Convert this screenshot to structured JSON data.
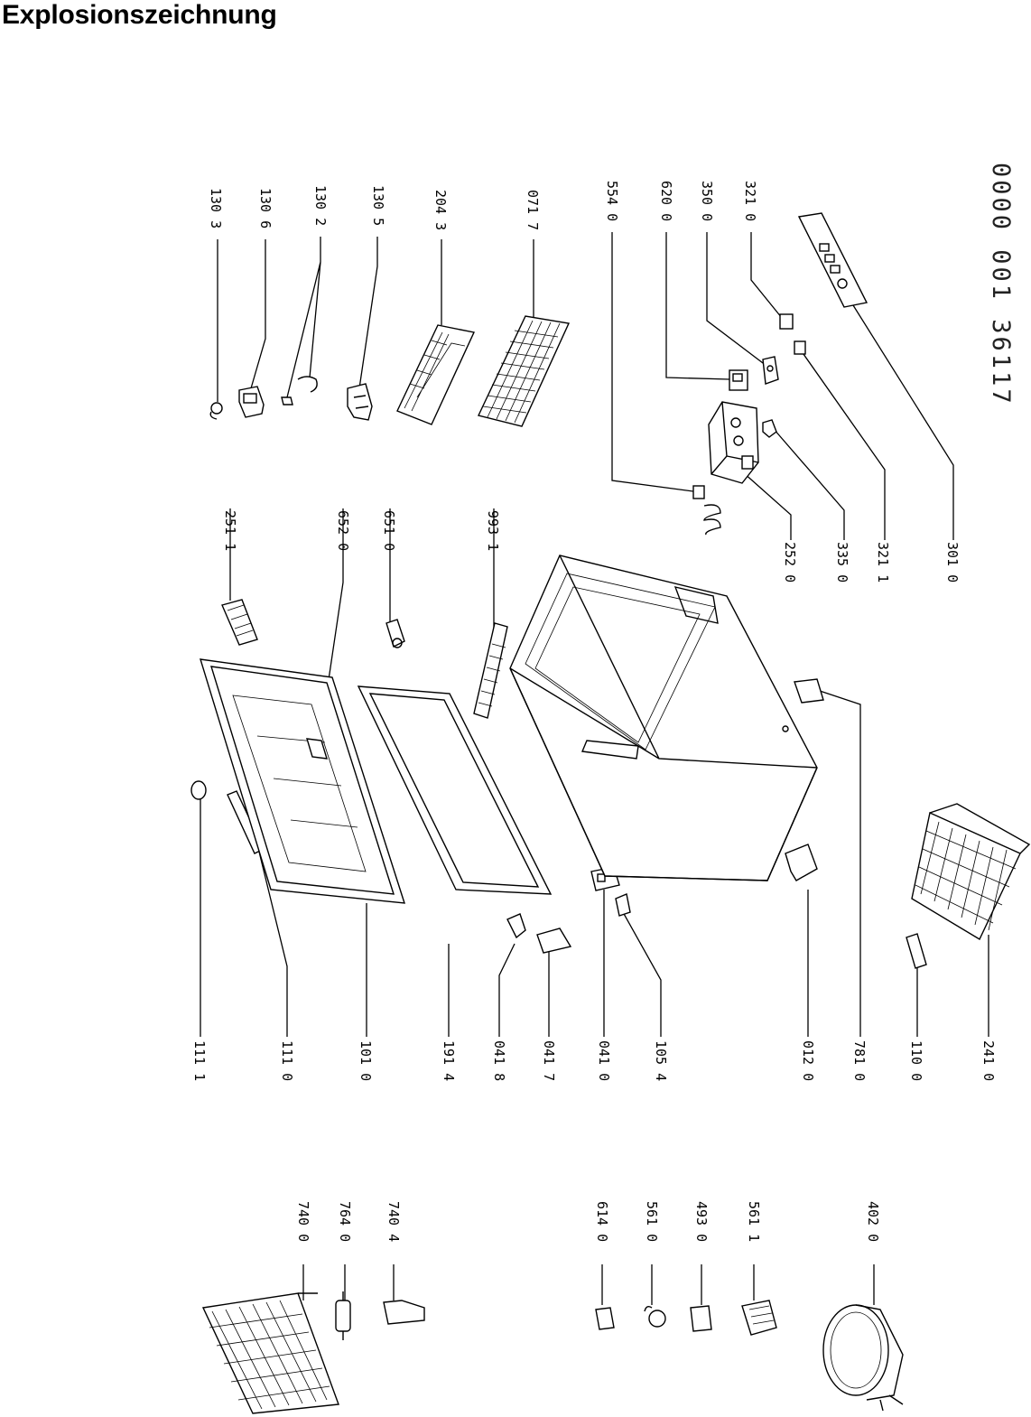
{
  "title": "Explosionszeichnung",
  "document_number": "0000 001 36117",
  "labels": [
    {
      "id": "130-3",
      "text": "130 3"
    },
    {
      "id": "130-6",
      "text": "130 6"
    },
    {
      "id": "130-2",
      "text": "130 2"
    },
    {
      "id": "130-5",
      "text": "130 5"
    },
    {
      "id": "204-3",
      "text": "204 3"
    },
    {
      "id": "071-7",
      "text": "071 7"
    },
    {
      "id": "554-0",
      "text": "554 0"
    },
    {
      "id": "620-0",
      "text": "620 0"
    },
    {
      "id": "350-0",
      "text": "350 0"
    },
    {
      "id": "321-0",
      "text": "321 0"
    },
    {
      "id": "251-1",
      "text": "251 1"
    },
    {
      "id": "652-0",
      "text": "652 0"
    },
    {
      "id": "651-0",
      "text": "651 0"
    },
    {
      "id": "993-1",
      "text": "993 1"
    },
    {
      "id": "252-0",
      "text": "252 0"
    },
    {
      "id": "335-0",
      "text": "335 0"
    },
    {
      "id": "321-1",
      "text": "321 1"
    },
    {
      "id": "301-0",
      "text": "301 0"
    },
    {
      "id": "111-1",
      "text": "111 1"
    },
    {
      "id": "111-0",
      "text": "111 0"
    },
    {
      "id": "101-0",
      "text": "101 0"
    },
    {
      "id": "191-4",
      "text": "191 4"
    },
    {
      "id": "041-8",
      "text": "041 8"
    },
    {
      "id": "041-7",
      "text": "041 7"
    },
    {
      "id": "041-0",
      "text": "041 0"
    },
    {
      "id": "105-4",
      "text": "105 4"
    },
    {
      "id": "012-0",
      "text": "012 0"
    },
    {
      "id": "781-0",
      "text": "781 0"
    },
    {
      "id": "110-0",
      "text": "110 0"
    },
    {
      "id": "241-0",
      "text": "241 0"
    },
    {
      "id": "740-0",
      "text": "740 0"
    },
    {
      "id": "764-0",
      "text": "764 0"
    },
    {
      "id": "740-4",
      "text": "740 4"
    },
    {
      "id": "614-0",
      "text": "614 0"
    },
    {
      "id": "561-0",
      "text": "561 0"
    },
    {
      "id": "493-0",
      "text": "493 0"
    },
    {
      "id": "561-1",
      "text": "561 1"
    },
    {
      "id": "402-0",
      "text": "402 0"
    }
  ]
}
